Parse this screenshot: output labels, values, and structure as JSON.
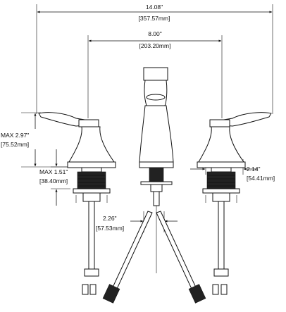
{
  "dimensions": {
    "overall_width": {
      "imperial": "14.08\"",
      "metric": "[357.57mm]"
    },
    "center_spread": {
      "imperial": "8.00\"",
      "metric": "[203.20mm]"
    },
    "handle_height": {
      "imperial": "MAX 2.97\"",
      "metric": "[75.52mm]"
    },
    "deck_thickness": {
      "imperial": "MAX 1.51\"",
      "metric": "[38.40mm]"
    },
    "base_diameter": {
      "imperial": "2.14\"",
      "metric": "[54.41mm]"
    },
    "hose_spacing": {
      "imperial": "2.26\"",
      "metric": "[57.53mm]"
    }
  }
}
